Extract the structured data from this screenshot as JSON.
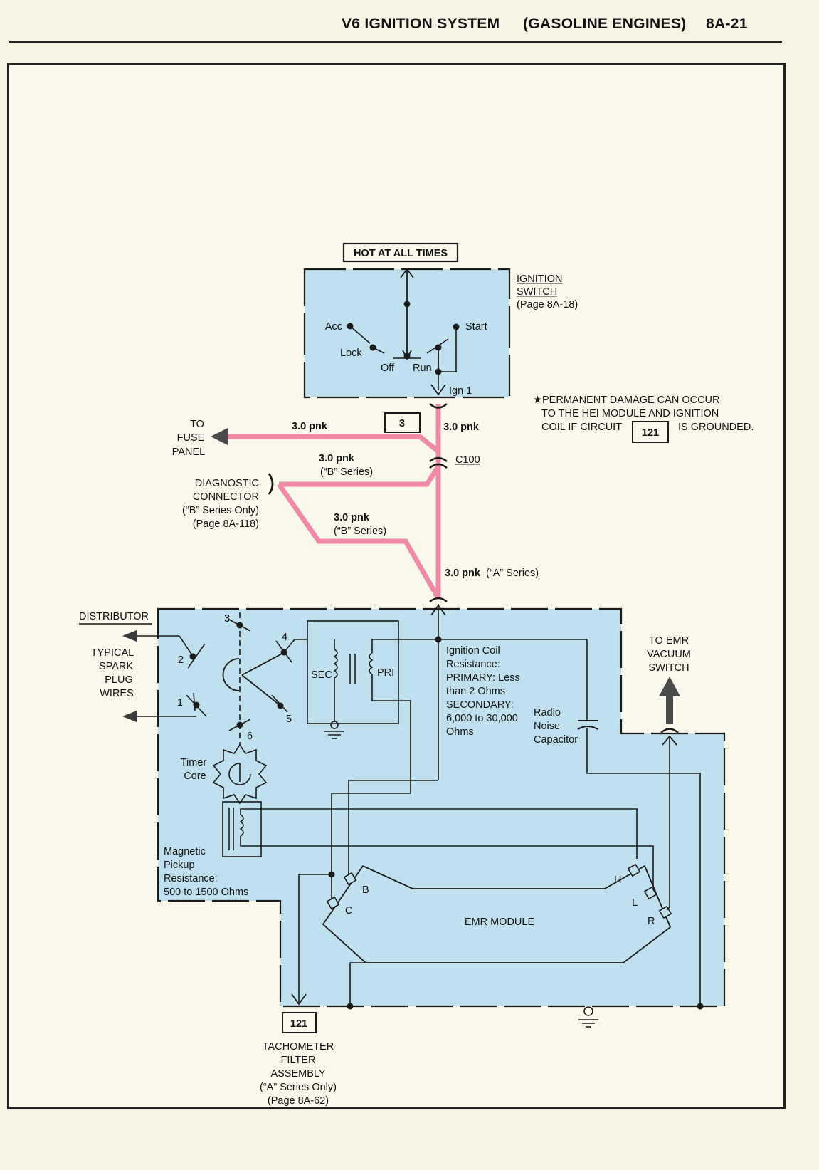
{
  "header": {
    "title": "V6 IGNITION SYSTEM",
    "subtitle": "(GASOLINE ENGINES)",
    "page_number": "8A-21"
  },
  "colors": {
    "fill": "#bfe0ee",
    "wire_pink": "#f08aa6",
    "line": "#1a1a1a"
  },
  "labels": {
    "hot_at_all_times": "HOT AT ALL TIMES",
    "ignition_switch_1": "IGNITION",
    "ignition_switch_2": "SWITCH",
    "ignition_switch_page": "(Page 8A-18)",
    "acc": "Acc",
    "lock": "Lock",
    "off": "Off",
    "run": "Run",
    "start": "Start",
    "ign1": "Ign 1",
    "warning_1": "★PERMANENT DAMAGE CAN OCCUR",
    "warning_2": "TO THE HEI MODULE AND IGNITION",
    "warning_3a": "COIL IF CIRCUIT",
    "warning_box": "121",
    "warning_3b": "IS GROUNDED.",
    "to": "TO",
    "fuse": "FUSE",
    "panel": "PANEL",
    "wire_fuse": "3.0 pnk",
    "box3": "3",
    "wire_right": "3.0 pnk",
    "c100": "C100",
    "wire_b1": "3.0 pnk",
    "wire_b1_sub": "(“B” Series)",
    "diag_1": "DIAGNOSTIC",
    "diag_2": "CONNECTOR",
    "diag_3": "(“B” Series Only)",
    "diag_4": "(Page 8A-118)",
    "wire_b2": "3.0 pnk",
    "wire_b2_sub": "(“B” Series)",
    "wire_a_bold": "3.0 pnk",
    "wire_a_rest": "(“A” Series)",
    "distributor": "DISTRIBUTOR",
    "spark_1": "TYPICAL",
    "spark_2": "SPARK",
    "spark_3": "PLUG",
    "spark_4": "WIRES",
    "t1": "1",
    "t2": "2",
    "t3": "3",
    "t4": "4",
    "t5": "5",
    "t6": "6",
    "sec": "SEC",
    "pri": "PRI",
    "coil_1": "Ignition Coil",
    "coil_2": "Resistance:",
    "coil_3": "PRIMARY: Less",
    "coil_4": "than 2 Ohms",
    "coil_5": "SECONDARY:",
    "coil_6": "6,000 to 30,000",
    "coil_7": "Ohms",
    "radio_1": "Radio",
    "radio_2": "Noise",
    "radio_3": "Capacitor",
    "emr_1": "TO EMR",
    "emr_2": "VACUUM",
    "emr_3": "SWITCH",
    "timer_1": "Timer",
    "timer_2": "Core",
    "mag_1": "Magnetic",
    "mag_2": "Pickup",
    "mag_3": "Resistance:",
    "mag_4": "500 to 1500 Ohms",
    "pin_b": "B",
    "pin_c": "C",
    "pin_h": "H",
    "pin_l": "L",
    "pin_r": "R",
    "module": "EMR MODULE",
    "box121": "121",
    "tach_1": "TACHOMETER",
    "tach_2": "FILTER",
    "tach_3": "ASSEMBLY",
    "tach_4": "(“A” Series Only)",
    "tach_5": "(Page 8A-62)"
  }
}
